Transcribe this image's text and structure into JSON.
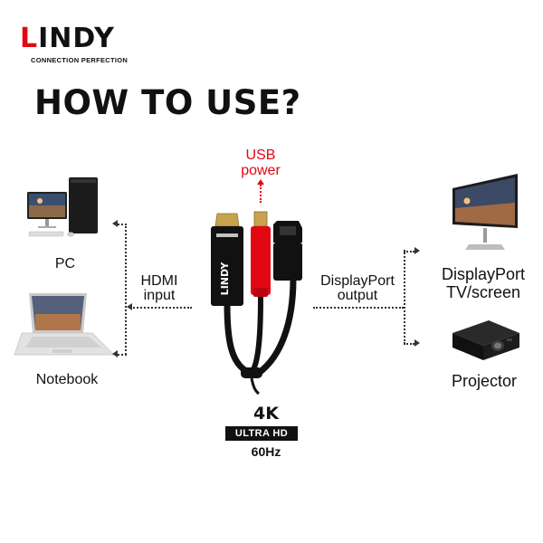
{
  "brand": {
    "logo_text": "LINDY",
    "tagline": "CONNECTION PERFECTION",
    "accent_color": "#e30613"
  },
  "headline": "HOW TO USE?",
  "inputs": {
    "label_line1": "HDMI",
    "label_line2": "input",
    "devices": [
      {
        "label": "PC",
        "icon": "desktop-pc-icon"
      },
      {
        "label": "Notebook",
        "icon": "laptop-icon"
      }
    ]
  },
  "adapter": {
    "power_line1": "USB",
    "power_line2": "power",
    "cable_brand": "LINDY"
  },
  "outputs": {
    "label_line1": "DisplayPort",
    "label_line2": "output",
    "devices": [
      {
        "label_line1": "DisplayPort",
        "label_line2": "TV/screen",
        "icon": "monitor-icon"
      },
      {
        "label": "Projector",
        "icon": "projector-icon"
      }
    ]
  },
  "resolution": {
    "res": "4K",
    "tag": "ULTRA HD",
    "refresh": "60Hz"
  }
}
